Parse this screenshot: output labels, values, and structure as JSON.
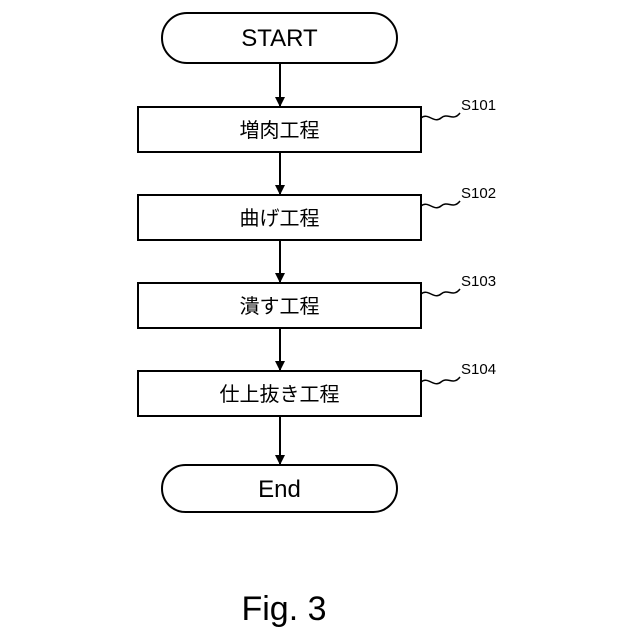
{
  "flowchart": {
    "start_label": "START",
    "end_label": "End",
    "steps": [
      {
        "ref": "S101",
        "label": "増肉工程"
      },
      {
        "ref": "S102",
        "label": "曲げ工程"
      },
      {
        "ref": "S103",
        "label": "潰す工程"
      },
      {
        "ref": "S104",
        "label": "仕上抜き工程"
      }
    ]
  },
  "caption": "Fig. 3"
}
